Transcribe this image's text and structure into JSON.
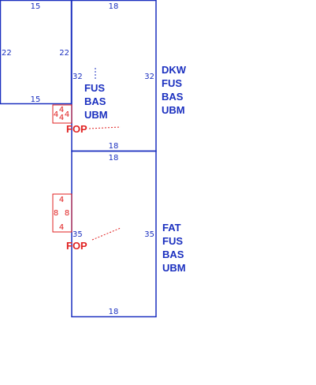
{
  "colors": {
    "outline": "#1a2fbf",
    "dimension_text": "#1a2fbf",
    "label_text": "#1a2fbf",
    "overlay": "#e02020"
  },
  "diagram": {
    "panel_a": {
      "top": "15",
      "bottom": "15",
      "left": "22",
      "right": "22"
    },
    "panel_b": {
      "top": "18",
      "bottom": "18",
      "left": "32",
      "right": "32",
      "inner_labels": [
        "FUS",
        "BAS",
        "UBM"
      ],
      "side_labels": [
        "DKW",
        "FUS",
        "BAS",
        "UBM"
      ],
      "overlay_label": "FOP",
      "overlay_box_numbers": [
        "4",
        "4",
        "4",
        "4"
      ]
    },
    "panel_c": {
      "top": "18",
      "bottom": "18",
      "left": "35",
      "right": "35",
      "side_labels": [
        "FAT",
        "FUS",
        "BAS",
        "UBM"
      ],
      "overlay_label": "FOP",
      "overlay_box_numbers": [
        "4",
        "8",
        "8",
        "4"
      ]
    }
  }
}
